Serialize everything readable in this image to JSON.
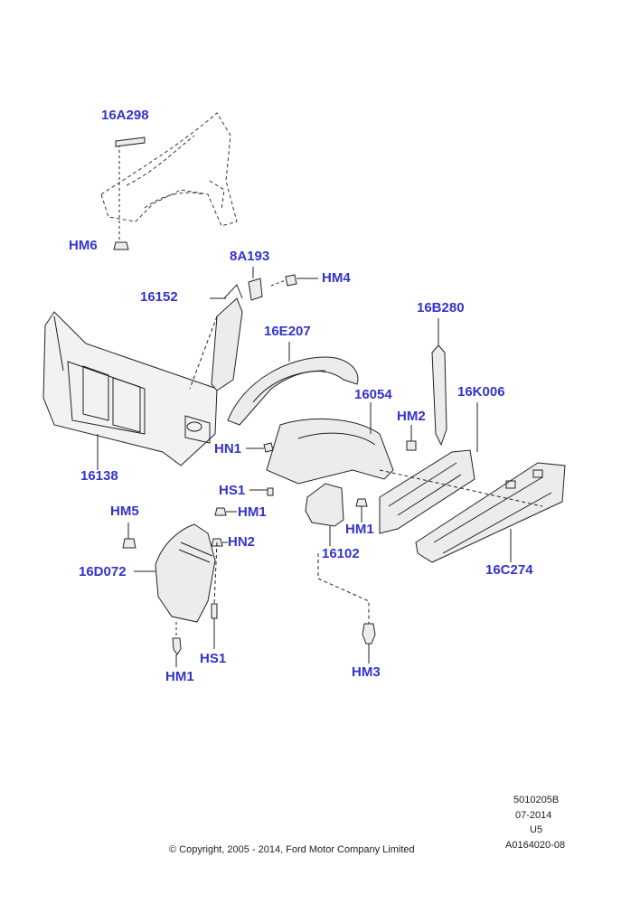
{
  "callouts": {
    "c16A298": "16A298",
    "hm6": "HM6",
    "c8A193": "8A193",
    "hm4": "HM4",
    "c16152": "16152",
    "c16E207": "16E207",
    "c16B280": "16B280",
    "c16054": "16054",
    "hm2": "HM2",
    "c16K006": "16K006",
    "hn1": "HN1",
    "c16138": "16138",
    "hs1_top": "HS1",
    "hm5": "HM5",
    "hm1_a": "HM1",
    "hm1_b": "HM1",
    "hn2": "HN2",
    "c16102": "16102",
    "c16D072": "16D072",
    "c16C274": "16C274",
    "hs1_bottom": "HS1",
    "hm1_c": "HM1",
    "hm3": "HM3"
  },
  "meta": {
    "code": "5010205B",
    "date": "07-2014",
    "version": "U5",
    "ref": "A0164020-08",
    "copyright": "© Copyright, 2005 - 2014, Ford Motor Company Limited"
  },
  "colors": {
    "callout": "#3333cc",
    "line": "#222222",
    "part_fill": "#ececec"
  }
}
